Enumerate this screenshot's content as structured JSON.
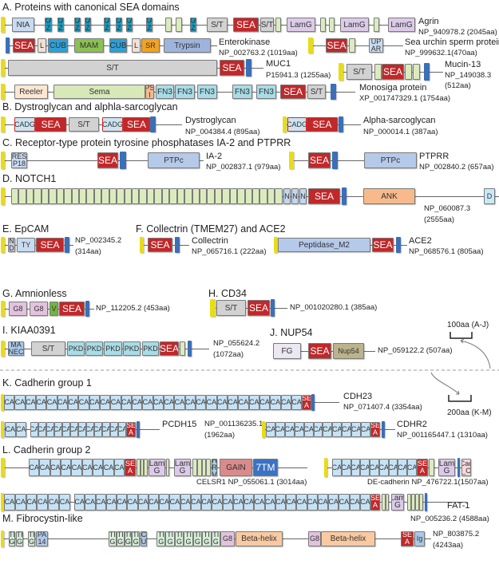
{
  "sections": [
    {
      "title": "A. Proteins with canonical SEA domains"
    },
    {
      "title": "B. Dystroglycan and alphla-sarcoglycan"
    },
    {
      "title": "C. Receptor-type protein tyrosine phosphatases IA-2 and PTPRR"
    },
    {
      "title": "D. NOTCH1"
    },
    {
      "title": "E. EpCAM"
    },
    {
      "title": "F. Collectrin (TMEM27) and ACE2"
    },
    {
      "title": "G. Amnionless"
    },
    {
      "title": "H. CD34"
    },
    {
      "title": "I. KIAA0391"
    },
    {
      "title": "J. NUP54"
    },
    {
      "title": "K. Cadherin group 1"
    },
    {
      "title": "L. Cadherin group 2"
    },
    {
      "title": "M. Fibrocystin-like"
    }
  ],
  "scale_bars": [
    {
      "label": "100aa (A-J)"
    },
    {
      "label": "200aa (K-M)"
    }
  ],
  "colors": {
    "signal": "#e8dc1a",
    "tm": "#3b6fb6",
    "SEA": "#c0282a",
    "KAZ": "#1f9bb9",
    "ST": "#d2d2d2",
    "egf": "#dcebbd",
    "LamG": "#dccbe8",
    "NtA": "#c9dbf1",
    "CUB": "#2ba1d9",
    "MAM": "#8ac152",
    "SR": "#f2a31e",
    "L": "#f2dfd6",
    "Trypsin": "#9db5dd",
    "UPAR": "#c9dbf1",
    "Reeler": "#fde6d2",
    "Sema": "#d8e8b8",
    "PSI": "#f4b98f",
    "FN3": "#a8dce7",
    "CADG": "#cbe5f2",
    "RESP18": "#c9dbf1",
    "PTPc": "#b5c9e9",
    "N": "#c2d6ee",
    "ANK": "#f8ba8c",
    "D": "#c9e9f9",
    "ND": "#cccce2",
    "TY": "#c9dbf1",
    "Peptidase": "#b5c9e9",
    "G8": "#e2c3de",
    "V": "#72b244",
    "PKD": "#a8dce7",
    "MANEC": "#a9c9ea",
    "FG": "#ebe7f3",
    "Nup54": "#bab38b",
    "CA": "#c6e2f5",
    "HRM": "#a2d2ea",
    "GAIN": "#d98a8a",
    "7TM": "#3b72c2",
    "CadC": "#f5d9dd",
    "TIG": "#d6eed9",
    "PA14": "#b2caea",
    "CU": "#a9c9ea",
    "BetaHelix": "#f9caa2",
    "Ig": "#a9c9ea"
  },
  "proteins": [
    {
      "name": "Agrin",
      "labels": [
        "Agrin",
        "NP_940978.2 (2045aa)"
      ],
      "domains": [
        {
          "type": "signal",
          "label": ""
        },
        {
          "type": "NtA",
          "label": "NtA"
        },
        {
          "type": "KAZ",
          "label": "KA\nZ"
        },
        {
          "type": "KAZ",
          "label": "KA\nZ"
        },
        {
          "type": "KAZ",
          "label": "KA\nZ"
        },
        {
          "type": "KAZ",
          "label": "KA\nZ"
        },
        {
          "type": "KAZ",
          "label": "KA\nZ"
        },
        {
          "type": "KAZ",
          "label": "KA\nZ"
        },
        {
          "type": "KAZ",
          "label": "KA\nZ"
        },
        {
          "type": "KAZ",
          "label": "KA\nZ"
        },
        {
          "type": "egf",
          "label": ""
        },
        {
          "type": "egf",
          "label": ""
        },
        {
          "type": "KAZ",
          "label": "KA\nZ"
        },
        {
          "type": "ST",
          "label": "S/T"
        },
        {
          "type": "SEA",
          "label": "SEA"
        },
        {
          "type": "ST",
          "label": "S/T"
        },
        {
          "type": "egf",
          "label": ""
        },
        {
          "type": "LamG",
          "label": "LamG"
        },
        {
          "type": "egf",
          "label": ""
        },
        {
          "type": "egf",
          "label": ""
        },
        {
          "type": "LamG",
          "label": "LamG"
        },
        {
          "type": "egf",
          "label": ""
        },
        {
          "type": "LamG",
          "label": "LamG"
        }
      ]
    },
    {
      "name": "Enterokinase",
      "labels": [
        "Enterokinase",
        "NP_002763.2 (1019aa)"
      ],
      "domains": [
        {
          "type": "tm",
          "label": ""
        },
        {
          "type": "SEA",
          "label": "SEA"
        },
        {
          "type": "L",
          "label": "L"
        },
        {
          "type": "CUB",
          "label": "CUB"
        },
        {
          "type": "MAM",
          "label": "MAM"
        },
        {
          "type": "CUB",
          "label": "CUB"
        },
        {
          "type": "L",
          "label": "L"
        },
        {
          "type": "SR",
          "label": "SR"
        },
        {
          "type": "Trypsin",
          "label": "Trypsin"
        }
      ]
    },
    {
      "name": "Sea urchin sperm protein",
      "labels": [
        "Sea urchin sperm protein",
        "NP_999632.1(470aa)"
      ],
      "domains": [
        {
          "type": "signal",
          "label": ""
        },
        {
          "type": "SEA",
          "label": "SEA"
        },
        {
          "type": "egf",
          "label": ""
        },
        {
          "type": "UPAR",
          "label": "UP\nAR"
        }
      ]
    },
    {
      "name": "MUC1",
      "labels": [
        "MUC1",
        "P15941.3 (1255aa)"
      ],
      "domains": [
        {
          "type": "signal",
          "label": ""
        },
        {
          "type": "ST",
          "label": "S/T"
        },
        {
          "type": "SEA",
          "label": "SEA"
        },
        {
          "type": "tm",
          "label": ""
        }
      ]
    },
    {
      "name": "Mucin-13",
      "labels": [
        "Mucin-13",
        "NP_149038.3",
        "(512aa)"
      ],
      "domains": [
        {
          "type": "signal",
          "label": ""
        },
        {
          "type": "ST",
          "label": "S/T"
        },
        {
          "type": "egf",
          "label": ""
        },
        {
          "type": "SEA",
          "label": "SEA"
        },
        {
          "type": "egf",
          "label": ""
        },
        {
          "type": "egf",
          "label": ""
        },
        {
          "type": "tm",
          "label": ""
        }
      ]
    },
    {
      "name": "Monosiga protein",
      "labels": [
        "Monosiga protein",
        "XP_001747329.1 (1754aa)"
      ],
      "domains": [
        {
          "type": "signal",
          "label": ""
        },
        {
          "type": "Reeler",
          "label": "Reeler"
        },
        {
          "type": "Sema",
          "label": "Sema"
        },
        {
          "type": "PSI",
          "label": "PS\nI"
        },
        {
          "type": "FN3",
          "label": "FN3"
        },
        {
          "type": "FN3",
          "label": "FN3"
        },
        {
          "type": "FN3",
          "label": "FN3"
        },
        {
          "type": "FN3",
          "label": "FN3"
        },
        {
          "type": "FN3",
          "label": "FN3"
        },
        {
          "type": "SEA",
          "label": "SEA"
        },
        {
          "type": "ST",
          "label": "S/T"
        },
        {
          "type": "tm",
          "label": ""
        }
      ]
    },
    {
      "name": "Dystroglycan",
      "labels": [
        "Dystroglycan",
        "NP_004384.4 (895aa)"
      ],
      "domains": [
        {
          "type": "signal",
          "label": ""
        },
        {
          "type": "CADG",
          "label": "CADG"
        },
        {
          "type": "SEA",
          "label": "SEA"
        },
        {
          "type": "ST",
          "label": "S/T"
        },
        {
          "type": "CADG",
          "label": "CADG"
        },
        {
          "type": "SEA",
          "label": "SEA"
        },
        {
          "type": "tm",
          "label": ""
        }
      ]
    },
    {
      "name": "Alpha-sarcoglycan",
      "labels": [
        "Alpha-sarcoglycan",
        "NP_000014.1 (387aa)"
      ],
      "domains": [
        {
          "type": "signal",
          "label": ""
        },
        {
          "type": "CADG",
          "label": "CADG"
        },
        {
          "type": "SEA",
          "label": "SEA"
        },
        {
          "type": "tm",
          "label": ""
        }
      ]
    },
    {
      "name": "IA-2",
      "labels": [
        "IA-2",
        "NP_002837.1 (979aa)"
      ],
      "domains": [
        {
          "type": "signal",
          "label": ""
        },
        {
          "type": "RESP18",
          "label": "RES\nP18"
        },
        {
          "type": "SEA",
          "label": "SEA"
        },
        {
          "type": "tm",
          "label": ""
        },
        {
          "type": "PTPc",
          "label": "PTPc"
        }
      ]
    },
    {
      "name": "PTPRR",
      "labels": [
        "PTPRR",
        "NP_002840.2 (657aa)"
      ],
      "domains": [
        {
          "type": "signal",
          "label": ""
        },
        {
          "type": "SEA",
          "label": "SEA"
        },
        {
          "type": "tm",
          "label": ""
        },
        {
          "type": "PTPc",
          "label": "PTPc"
        }
      ]
    },
    {
      "name": "NOTCH1",
      "labels": [
        "NP_060087.3",
        "(2555aa)"
      ],
      "domains": [
        {
          "type": "signal",
          "label": ""
        },
        {
          "type": "egf",
          "label": "",
          "count": 36
        },
        {
          "type": "N",
          "label": "N"
        },
        {
          "type": "N",
          "label": "N"
        },
        {
          "type": "N",
          "label": "N"
        },
        {
          "type": "SEA",
          "label": "SEA"
        },
        {
          "type": "tm",
          "label": ""
        },
        {
          "type": "ANK",
          "label": "ANK"
        },
        {
          "type": "D",
          "label": "D"
        }
      ]
    },
    {
      "name": "EpCAM",
      "labels": [
        "NP_002345.2",
        "(314aa)"
      ],
      "domains": [
        {
          "type": "signal",
          "label": ""
        },
        {
          "type": "ND",
          "label": "N\nD"
        },
        {
          "type": "TY",
          "label": "TY"
        },
        {
          "type": "SEA",
          "label": "SEA"
        },
        {
          "type": "tm",
          "label": ""
        }
      ]
    },
    {
      "name": "Collectrin",
      "labels": [
        "Collectrin",
        "NP_065716.1 (222aa)"
      ],
      "domains": [
        {
          "type": "signal",
          "label": ""
        },
        {
          "type": "SEA",
          "label": "SEA"
        },
        {
          "type": "tm",
          "label": ""
        }
      ]
    },
    {
      "name": "ACE2",
      "labels": [
        "ACE2",
        "NP_068576.1 (805aa)"
      ],
      "domains": [
        {
          "type": "signal",
          "label": ""
        },
        {
          "type": "Peptidase",
          "label": "Peptidase_M2"
        },
        {
          "type": "SEA",
          "label": "SEA"
        },
        {
          "type": "tm",
          "label": ""
        }
      ]
    },
    {
      "name": "Amnionless",
      "labels": [
        "NP_112205.2 (453aa)"
      ],
      "domains": [
        {
          "type": "signal",
          "label": ""
        },
        {
          "type": "G8",
          "label": "G8"
        },
        {
          "type": "G8",
          "label": "G8"
        },
        {
          "type": "V",
          "label": "V"
        },
        {
          "type": "SEA",
          "label": "SEA"
        },
        {
          "type": "tm",
          "label": ""
        }
      ]
    },
    {
      "name": "CD34",
      "labels": [
        "NP_001020280.1 (385aa)"
      ],
      "domains": [
        {
          "type": "signal",
          "label": ""
        },
        {
          "type": "ST",
          "label": "S/T"
        },
        {
          "type": "SEA",
          "label": "SEA"
        },
        {
          "type": "tm",
          "label": ""
        }
      ]
    },
    {
      "name": "KIAA0391",
      "labels": [
        "NP_055624.2",
        "(1072aa)"
      ],
      "domains": [
        {
          "type": "signal",
          "label": ""
        },
        {
          "type": "MANEC",
          "label": "MA\nNEC"
        },
        {
          "type": "ST",
          "label": "S/T"
        },
        {
          "type": "PKD",
          "label": "PKD"
        },
        {
          "type": "PKD",
          "label": "PKD"
        },
        {
          "type": "PKD",
          "label": "PKD"
        },
        {
          "type": "PKD",
          "label": "PKD"
        },
        {
          "type": "PKD",
          "label": "PKD"
        },
        {
          "type": "SEA",
          "label": "SEA"
        },
        {
          "type": "egf",
          "label": ""
        },
        {
          "type": "tm",
          "label": ""
        }
      ]
    },
    {
      "name": "NUP54",
      "labels": [
        "NP_059122.2 (507aa)"
      ],
      "domains": [
        {
          "type": "FG",
          "label": "FG"
        },
        {
          "type": "SEA",
          "label": "SEA"
        },
        {
          "type": "Nup54",
          "label": "Nup54"
        }
      ]
    },
    {
      "name": "CDH23",
      "labels": [
        "CDH23",
        "NP_071407.4 (3354aa)"
      ],
      "domains": [
        {
          "type": "signal",
          "label": ""
        },
        {
          "type": "CA",
          "label": "CA",
          "count": 28
        },
        {
          "type": "SEA",
          "label": "SE\nA"
        },
        {
          "type": "tm",
          "label": ""
        }
      ]
    },
    {
      "name": "PCDH15",
      "labels": [
        "PCDH15",
        "NP_001136235.1",
        "(1962aa)"
      ],
      "domains": [
        {
          "type": "signal",
          "label": ""
        },
        {
          "type": "CA",
          "label": "CA",
          "count": 2
        },
        {
          "type": "CA",
          "label": "CA",
          "count": 12
        },
        {
          "type": "SEA",
          "label": "SE\nA"
        },
        {
          "type": "tm",
          "label": ""
        }
      ]
    },
    {
      "name": "CDHR2",
      "labels": [
        "CDHR2",
        "NP_001165447.1 (1310aa)"
      ],
      "domains": [
        {
          "type": "signal",
          "label": ""
        },
        {
          "type": "CA",
          "label": "CA",
          "count": 11
        },
        {
          "type": "SEA",
          "label": "SE\nA"
        },
        {
          "type": "tm",
          "label": ""
        }
      ]
    },
    {
      "name": "CELSR1",
      "labels": [
        "CELSR1 NP_055061.1 (3014aa)"
      ],
      "domains": [
        {
          "type": "signal",
          "label": ""
        },
        {
          "type": "CA",
          "label": "CA",
          "count": 9
        },
        {
          "type": "SEA",
          "label": "SE\nA"
        },
        {
          "type": "egf",
          "label": "",
          "count": 3
        },
        {
          "type": "LamG",
          "label": "Lam\nG"
        },
        {
          "type": "egf",
          "label": ""
        },
        {
          "type": "LamG",
          "label": "Lam\nG"
        },
        {
          "type": "egf",
          "label": "",
          "count": 4
        },
        {
          "type": "HRM",
          "label": "H\nR\nM"
        },
        {
          "type": "GAIN",
          "label": "GAIN"
        },
        {
          "type": "7TM",
          "label": "7TM"
        }
      ]
    },
    {
      "name": "DE-cadherin",
      "labels": [
        "DE-cadherin NP_476722.1(1507aa)"
      ],
      "domains": [
        {
          "type": "signal",
          "label": ""
        },
        {
          "type": "CA",
          "label": "CA",
          "count": 9
        },
        {
          "type": "SEA",
          "label": "SE\nA"
        },
        {
          "type": "egf",
          "label": ""
        },
        {
          "type": "LamG",
          "label": "Lam\nG"
        },
        {
          "type": "tm",
          "label": ""
        },
        {
          "type": "CadC",
          "label": "Cad\n_C"
        }
      ]
    },
    {
      "name": "FAT-1",
      "labels": [
        "FAT-1",
        "NP_005236.2 (4588aa)"
      ],
      "domains": [
        {
          "type": "signal",
          "label": ""
        },
        {
          "type": "CA",
          "label": "CA",
          "count": 6
        },
        {
          "type": "CA",
          "label": "CA",
          "count": 28
        },
        {
          "type": "SEA",
          "label": "SE\nA"
        },
        {
          "type": "egf",
          "label": "",
          "count": 2
        },
        {
          "type": "LamG",
          "label": "Lam\nG"
        },
        {
          "type": "egf",
          "label": "",
          "count": 4
        },
        {
          "type": "tm",
          "label": ""
        }
      ]
    },
    {
      "name": "Fibrocystin-like",
      "labels": [
        "NP_803875.2",
        "(4243aa)"
      ],
      "domains": [
        {
          "type": "signal",
          "label": ""
        },
        {
          "type": "TIG",
          "label": "TI\nG"
        },
        {
          "type": "TIG",
          "label": "TI\nG"
        },
        {
          "type": "TIG",
          "label": "TI\nG"
        },
        {
          "type": "PA14",
          "label": "PA\n14"
        },
        {
          "type": "TIG",
          "label": "TI\nG",
          "count": 4
        },
        {
          "type": "CU",
          "label": "C\nU"
        },
        {
          "type": "TIG",
          "label": "TI\nG",
          "count": 7
        },
        {
          "type": "G8",
          "label": "G8"
        },
        {
          "type": "BetaHelix",
          "label": "Beta-helix"
        },
        {
          "type": "G8",
          "label": "G8"
        },
        {
          "type": "BetaHelix",
          "label": "Beta-helix"
        },
        {
          "type": "SEA",
          "label": "SE\nA"
        },
        {
          "type": "Ig",
          "label": "Ig"
        }
      ]
    }
  ]
}
